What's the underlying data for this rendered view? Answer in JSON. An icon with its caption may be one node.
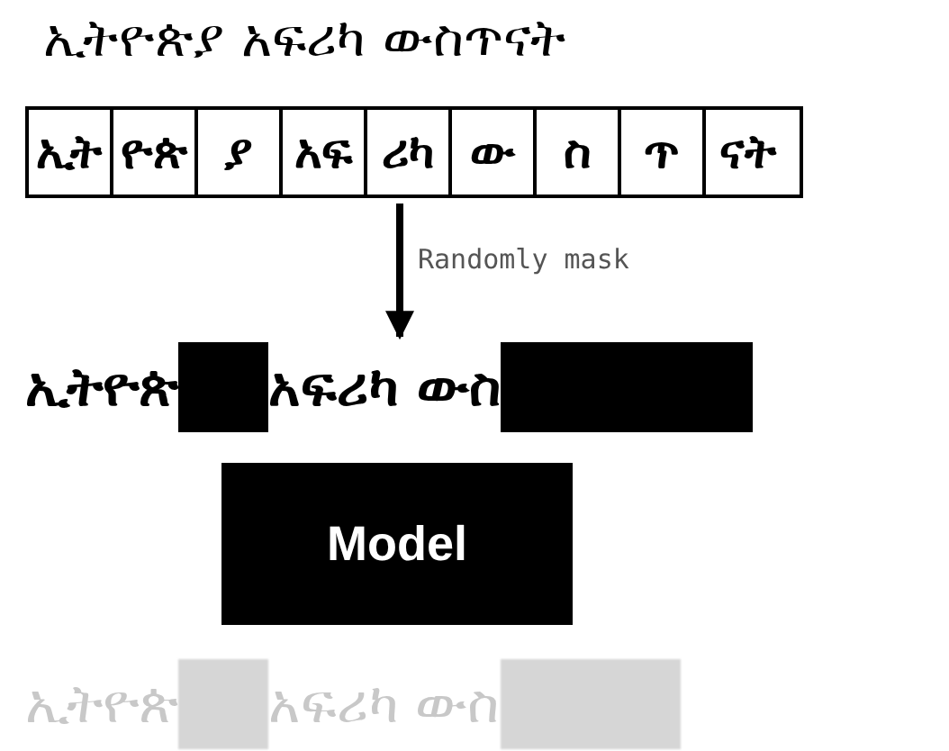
{
  "diagram": {
    "title": "ኢትዮጵያ አፍሪካ ውስጥናት",
    "nodes": [
      {
        "text": [
          "ኢት",
          "ዮጵ",
          "ያ",
          "አፍ",
          "ሪካ",
          "ው",
          "ስ",
          "ጥ",
          "ናት"
        ]
      },
      {
        "text": [
          "ኢትዮጵ",
          "አፍሪካ ውስ"
        ]
      },
      {
        "text": [
          "Model"
        ]
      },
      {
        "text": [
          "ኢትዮጵ",
          "አፍሪካ ውስ"
        ]
      }
    ],
    "edges": [
      {
        "from": 0,
        "to": 1,
        "arrow": "to",
        "label": "Randomly mask"
      }
    ]
  }
}
